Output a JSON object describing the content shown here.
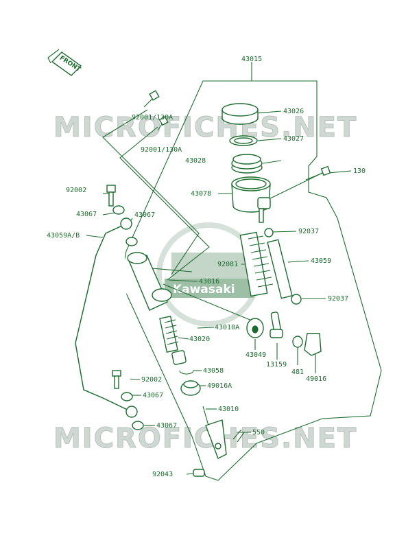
{
  "watermark": {
    "text": "MICROFICHES.NET",
    "logo_text": "Kawasaki"
  },
  "front_badge": {
    "text": "FRONT"
  },
  "colors": {
    "ink": "#1c6b2e",
    "watermark": "#cfd8d2"
  },
  "callouts": [
    {
      "id": "43015"
    },
    {
      "id": "43026"
    },
    {
      "id": "92001/130A"
    },
    {
      "id": "92001/130A"
    },
    {
      "id": "43027"
    },
    {
      "id": "43028"
    },
    {
      "id": "130"
    },
    {
      "id": "92002"
    },
    {
      "id": "43078"
    },
    {
      "id": "43067"
    },
    {
      "id": "43067"
    },
    {
      "id": "92037"
    },
    {
      "id": "43059A/B"
    },
    {
      "id": "92081"
    },
    {
      "id": "43059"
    },
    {
      "id": "43016"
    },
    {
      "id": "92037"
    },
    {
      "id": "43010A"
    },
    {
      "id": "43020"
    },
    {
      "id": "43049"
    },
    {
      "id": "13159"
    },
    {
      "id": "481"
    },
    {
      "id": "49016"
    },
    {
      "id": "43058"
    },
    {
      "id": "92002"
    },
    {
      "id": "49016A"
    },
    {
      "id": "43067"
    },
    {
      "id": "43010"
    },
    {
      "id": "43067"
    },
    {
      "id": "550"
    },
    {
      "id": "92043"
    }
  ]
}
